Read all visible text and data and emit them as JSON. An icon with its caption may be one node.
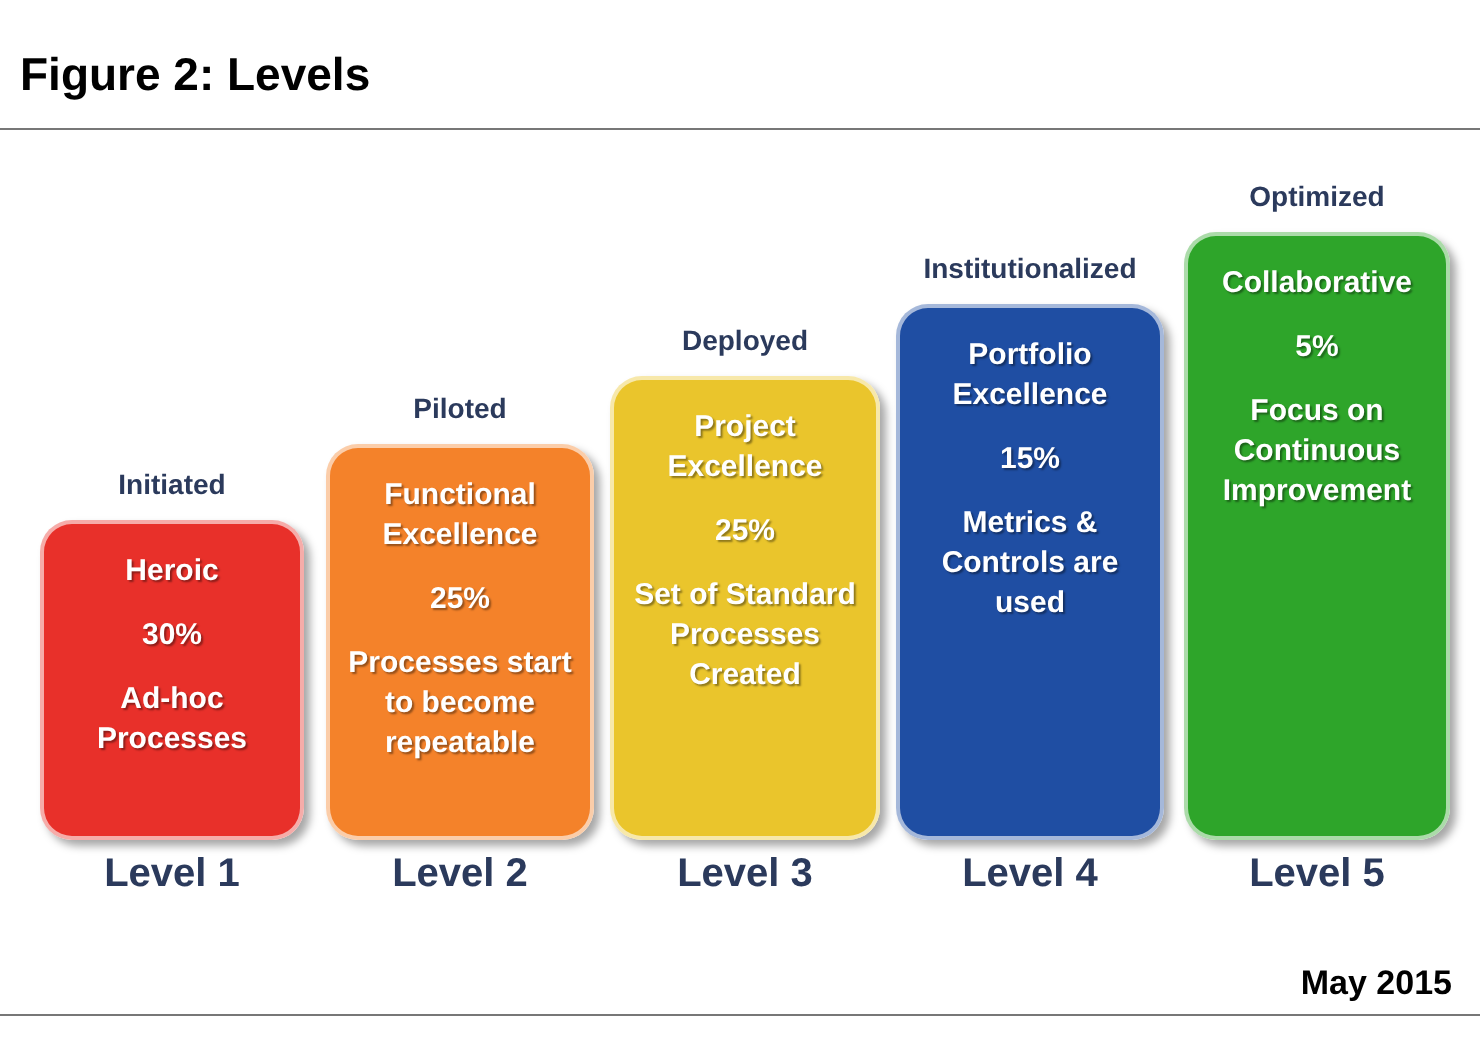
{
  "diagram": {
    "title": "Figure 2: Levels",
    "nodes": [
      {
        "text": [
          "Initiated",
          "Heroic",
          "30%",
          "Ad-hoc Processes"
        ],
        "beside": [
          "Level 1"
        ]
      },
      {
        "text": [
          "Piloted",
          "Functional Excellence",
          "25%",
          "Processes start to become repeatable"
        ],
        "beside": [
          "Level 2"
        ]
      },
      {
        "text": [
          "Deployed",
          "Project Excellence",
          "25%",
          "Set of Standard Processes Created"
        ],
        "beside": [
          "Level 3"
        ]
      },
      {
        "text": [
          "Institutionalized",
          "Portfolio Excellence",
          "15%",
          "Metrics & Controls are used"
        ],
        "beside": [
          "Level 4"
        ]
      },
      {
        "text": [
          "Optimized",
          "Collaborative",
          "5%",
          "Focus on Continuous Improvement"
        ],
        "beside": [
          "Level 5"
        ]
      }
    ],
    "labels": [
      "May 2015"
    ]
  }
}
